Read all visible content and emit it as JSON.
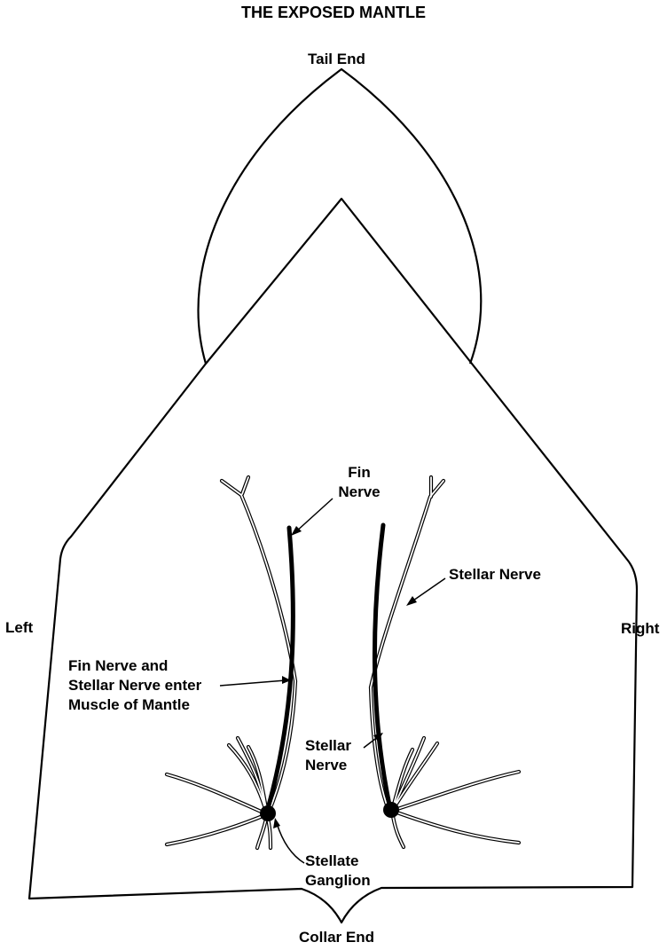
{
  "title": "THE EXPOSED MANTLE",
  "labels": {
    "tail_end": "Tail End",
    "collar_end": "Collar End",
    "left": "Left",
    "right": "Right",
    "fin_nerve_line1": "Fin",
    "fin_nerve_line2": "Nerve",
    "stellar_nerve_right": "Stellar Nerve",
    "enter_line1": "Fin Nerve and",
    "enter_line2": "Stellar Nerve enter",
    "enter_line3": "Muscle of Mantle",
    "stellar_nerve_mid_line1": "Stellar",
    "stellar_nerve_mid_line2": "Nerve",
    "ganglion_line1": "Stellate",
    "ganglion_line2": "Ganglion"
  }
}
